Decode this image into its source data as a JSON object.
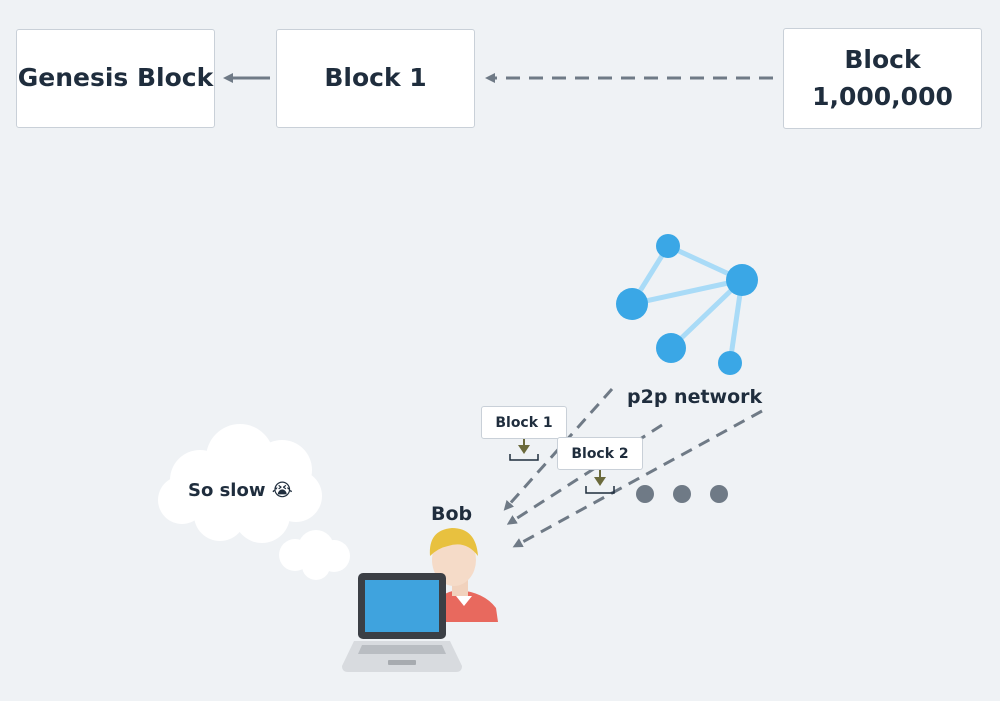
{
  "chain": {
    "genesis_label": "Genesis Block",
    "block1_label": "Block 1",
    "latest_label_line1": "Block",
    "latest_label_line2": "1,000,000"
  },
  "network": {
    "label": "p2p network"
  },
  "download": {
    "block1_label": "Block 1",
    "block2_label": "Block 2"
  },
  "user": {
    "name": "Bob",
    "thought": "So slow 😭"
  },
  "colors": {
    "background": "#eff2f5",
    "arrow": "#6f7a86",
    "node": "#3aa7e6",
    "edge": "#a9dbf7",
    "download_arrow": "#6b6a3c",
    "dots": "#6f7a86"
  }
}
